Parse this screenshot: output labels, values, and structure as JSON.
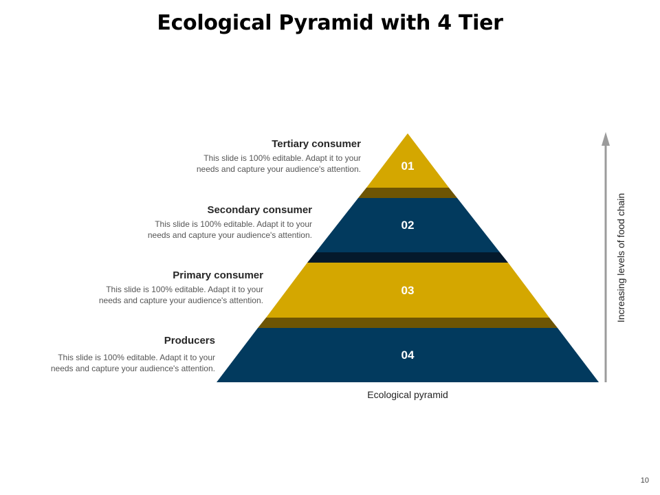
{
  "title": "Ecological Pyramid with 4 Tier",
  "colors": {
    "gold": "#D4A700",
    "gold_shadow": "#6E5504",
    "navy": "#023A5E",
    "navy_shadow": "#04192B",
    "arrow": "#9B9B9B"
  },
  "tiers": [
    {
      "number": "01",
      "heading": "Tertiary consumer",
      "desc_line1": "This slide is 100% editable. Adapt it to your",
      "desc_line2": "needs and capture your audience's attention."
    },
    {
      "number": "02",
      "heading": "Secondary consumer",
      "desc_line1": "This slide is 100% editable. Adapt it to your",
      "desc_line2": "needs and capture your audience's attention."
    },
    {
      "number": "03",
      "heading": "Primary consumer",
      "desc_line1": "This slide is 100% editable. Adapt it to your",
      "desc_line2": "needs and capture your audience's attention."
    },
    {
      "number": "04",
      "heading": "Producers",
      "desc_line1": "This slide is 100% editable. Adapt it to your",
      "desc_line2": "needs and capture your audience's attention."
    }
  ],
  "pyramid_caption": "Ecological pyramid",
  "axis_label": "Increasing levels of food chain",
  "page_number": "10"
}
